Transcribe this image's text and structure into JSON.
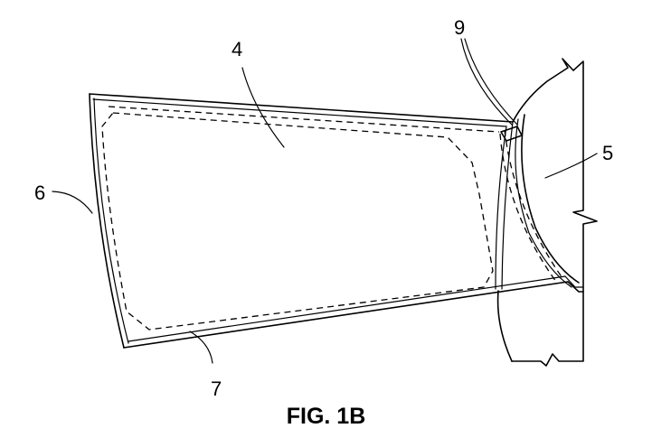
{
  "figure": {
    "caption": "FIG. 1B",
    "reference_numerals": {
      "panel": "4",
      "support": "5",
      "edge_left": "6",
      "edge_bottom": "7",
      "joint": "9"
    }
  }
}
